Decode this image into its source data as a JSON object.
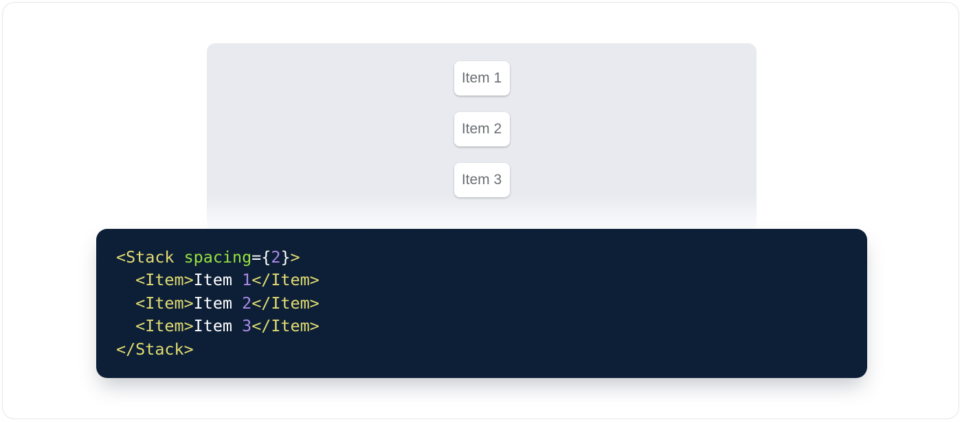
{
  "panel": {
    "background": "#e8eaef"
  },
  "demo_preview": {
    "items": [
      {
        "label": "Item 1"
      },
      {
        "label": "Item 2"
      },
      {
        "label": "Item 3"
      }
    ]
  },
  "code_block": {
    "language": "jsx",
    "colors": {
      "background": "#0d1f36",
      "tag": "#e3dc72",
      "attr": "#97e13f",
      "num": "#ab8ae8",
      "plain": "#ffffff"
    },
    "lines": [
      [
        {
          "t": "<Stack ",
          "c": "tag"
        },
        {
          "t": "spacing",
          "c": "attr"
        },
        {
          "t": "=",
          "c": "plain"
        },
        {
          "t": "{",
          "c": "plain"
        },
        {
          "t": "2",
          "c": "num"
        },
        {
          "t": "}",
          "c": "plain"
        },
        {
          "t": ">",
          "c": "tag"
        }
      ],
      [
        {
          "t": "  ",
          "c": "plain"
        },
        {
          "t": "<Item>",
          "c": "tag"
        },
        {
          "t": "Item ",
          "c": "plain"
        },
        {
          "t": "1",
          "c": "num"
        },
        {
          "t": "</Item>",
          "c": "tag"
        }
      ],
      [
        {
          "t": "  ",
          "c": "plain"
        },
        {
          "t": "<Item>",
          "c": "tag"
        },
        {
          "t": "Item ",
          "c": "plain"
        },
        {
          "t": "2",
          "c": "num"
        },
        {
          "t": "</Item>",
          "c": "tag"
        }
      ],
      [
        {
          "t": "  ",
          "c": "plain"
        },
        {
          "t": "<Item>",
          "c": "tag"
        },
        {
          "t": "Item ",
          "c": "plain"
        },
        {
          "t": "3",
          "c": "num"
        },
        {
          "t": "</Item>",
          "c": "tag"
        }
      ],
      [
        {
          "t": "</Stack>",
          "c": "tag"
        }
      ]
    ]
  }
}
